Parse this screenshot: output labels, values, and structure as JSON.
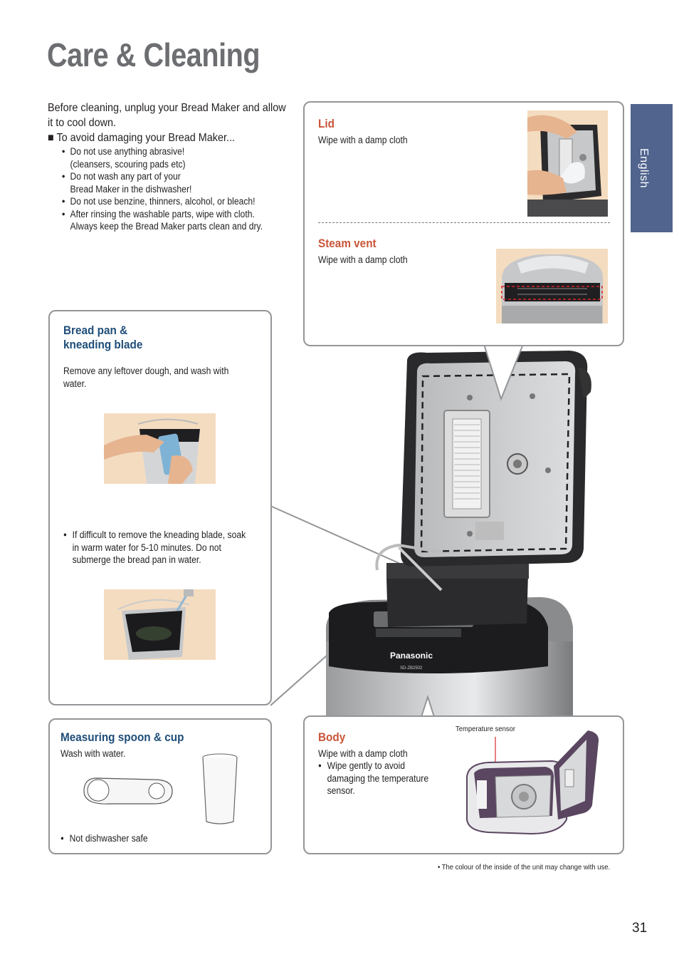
{
  "page": {
    "title": "Care & Cleaning",
    "page_number": "31",
    "tab_label": "English",
    "footnote": "• The colour of the inside of the unit may change with use."
  },
  "intro": {
    "line1": "Before cleaning, unplug your Bread Maker and allow",
    "line2": "it to cool down.",
    "subhead_marker": "■",
    "subhead": "To avoid damaging your Bread Maker...",
    "items": [
      "Do not use anything abrasive!",
      "(cleansers, scouring pads etc)",
      "Do not wash any part of your",
      "Bread Maker in the dishwasher!",
      "Do not use benzine, thinners, alcohol, or bleach!",
      "After rinsing the washable parts, wipe with cloth.",
      "Always keep the Bread Maker parts clean and dry."
    ]
  },
  "lid": {
    "heading": "Lid",
    "text": "Wipe with a damp cloth"
  },
  "steam_vent": {
    "heading": "Steam vent",
    "text": "Wipe with a damp cloth"
  },
  "bread_pan": {
    "heading_line1": "Bread pan &",
    "heading_line2": "kneading blade",
    "text_line1": "Remove any leftover dough, and wash with",
    "text_line2": "water.",
    "note_line1": "If difficult to remove the kneading blade, soak",
    "note_line2": "in warm water for 5-10 minutes. Do not",
    "note_line3": "submerge the bread pan in water."
  },
  "measuring": {
    "heading": "Measuring spoon & cup",
    "text": "Wash with water.",
    "note": "Not dishwasher safe"
  },
  "body": {
    "heading": "Body",
    "text": "Wipe with a damp cloth",
    "note_line1": "Wipe gently to avoid",
    "note_line2": "damaging the temperature",
    "note_line3": "sensor.",
    "sensor_label": "Temperature sensor"
  },
  "machine": {
    "brand": "Panasonic",
    "model": "SD-ZB2502"
  },
  "colors": {
    "title": "#6d6e71",
    "heading_blue": "#1f4e79",
    "heading_red": "#c9553a",
    "tab": "#51648e",
    "border": "#939598",
    "photo_bg": "#f4dcc0"
  }
}
